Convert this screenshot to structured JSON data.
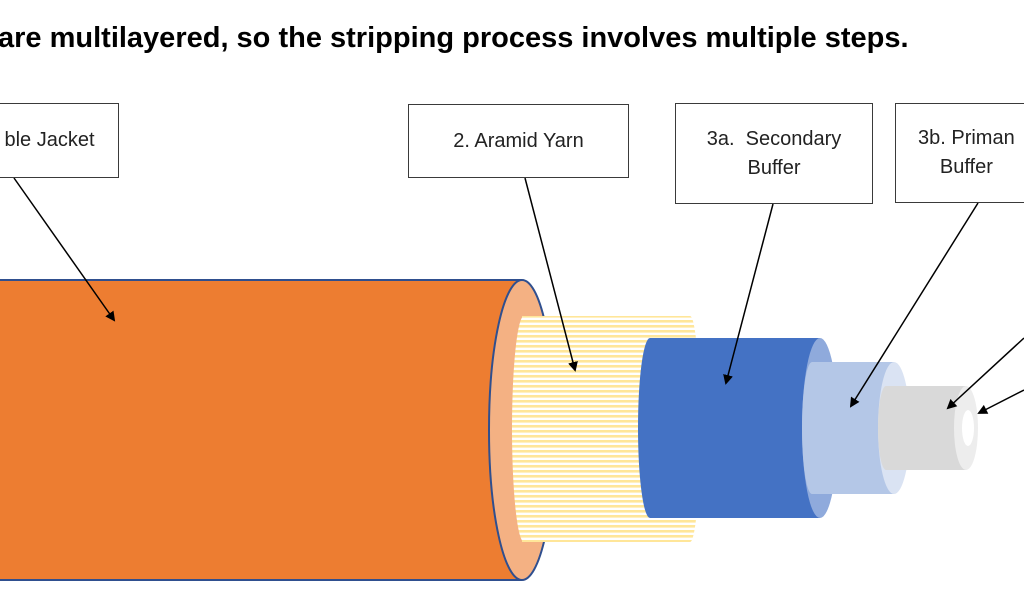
{
  "title": "are multilayered, so the stripping process involves multiple steps.",
  "labels": {
    "jacket": "ble Jacket",
    "aramid": "2. Aramid Yarn",
    "secondary": "3a.  Secondary\nBuffer",
    "primary": "3b. Priman\nBuffer"
  },
  "colors": {
    "jacket": "#ED7D31",
    "jacket_inner": "#F4B183",
    "yarn": "#FFE699",
    "secondary_buffer": "#4472C4",
    "primary_buffer": "#B4C7E7",
    "coating": "#D9D9D9",
    "outline": "#2F4F8F"
  }
}
